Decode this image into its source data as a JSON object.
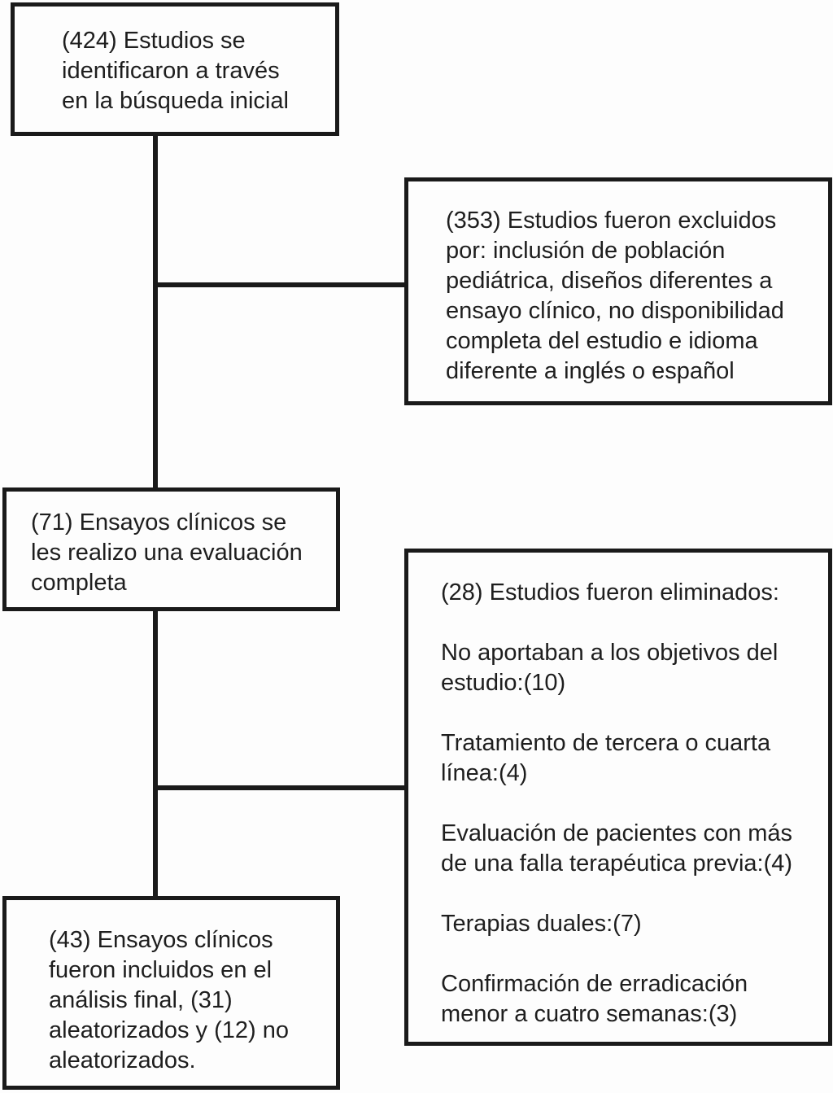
{
  "diagram": {
    "type": "flowchart",
    "language": "es",
    "background_color": "#fdfdfd",
    "line_color": "#1a1a1a",
    "text_color": "#1e1e1e",
    "boxes": {
      "identified": {
        "count": 424,
        "lines": [
          "(424) Estudios se",
          "identificaron a través",
          "en la búsqueda inicial"
        ]
      },
      "excluded": {
        "count": 353,
        "lines": [
          "(353) Estudios fueron excluidos",
          "por: inclusión de población",
          "pediátrica, diseños diferentes a",
          "ensayo clínico, no disponibilidad",
          "completa del estudio e idioma",
          "diferente a inglés o español"
        ]
      },
      "evaluated": {
        "count": 71,
        "lines": [
          "(71) Ensayos clínicos se",
          "les realizo una evaluación",
          "completa"
        ]
      },
      "eliminated": {
        "count": 28,
        "title": "(28) Estudios fueron eliminados:",
        "reasons": [
          {
            "count": 10,
            "lines": [
              "No aportaban a los objetivos del",
              "estudio:(10)"
            ]
          },
          {
            "count": 4,
            "lines": [
              "Tratamiento de tercera o cuarta",
              "línea:(4)"
            ]
          },
          {
            "count": 4,
            "lines": [
              "Evaluación de pacientes con más",
              "de una falla terapéutica previa:(4)"
            ]
          },
          {
            "count": 7,
            "lines": [
              "Terapias duales:(7)"
            ]
          },
          {
            "count": 3,
            "lines": [
              "Confirmación de erradicación",
              "menor a cuatro semanas:(3)"
            ]
          }
        ]
      },
      "included": {
        "count": 43,
        "randomized_count": 31,
        "non_randomized_count": 12,
        "lines": [
          "(43) Ensayos clínicos",
          "fueron incluidos en el",
          "análisis final, (31)",
          "aleatorizados y (12) no",
          "aleatorizados."
        ]
      }
    }
  }
}
